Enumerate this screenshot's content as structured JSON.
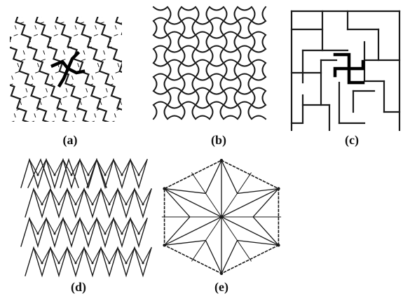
{
  "figure": {
    "panels": [
      {
        "id": "a",
        "caption": "(a)",
        "pattern": "pinwheel-zigzag-lattice"
      },
      {
        "id": "b",
        "caption": "(b)",
        "pattern": "curved-interlocking-tiling"
      },
      {
        "id": "c",
        "caption": "(c)",
        "pattern": "rectilinear-maze-swastika"
      },
      {
        "id": "d",
        "caption": "(d)",
        "pattern": "triangular-zigzag-rows"
      },
      {
        "id": "e",
        "caption": "(e)",
        "pattern": "hexagon-six-point-star"
      }
    ],
    "ink_color": "#1a1a1a",
    "emphasis_color": "#000000",
    "background": "#ffffff"
  }
}
